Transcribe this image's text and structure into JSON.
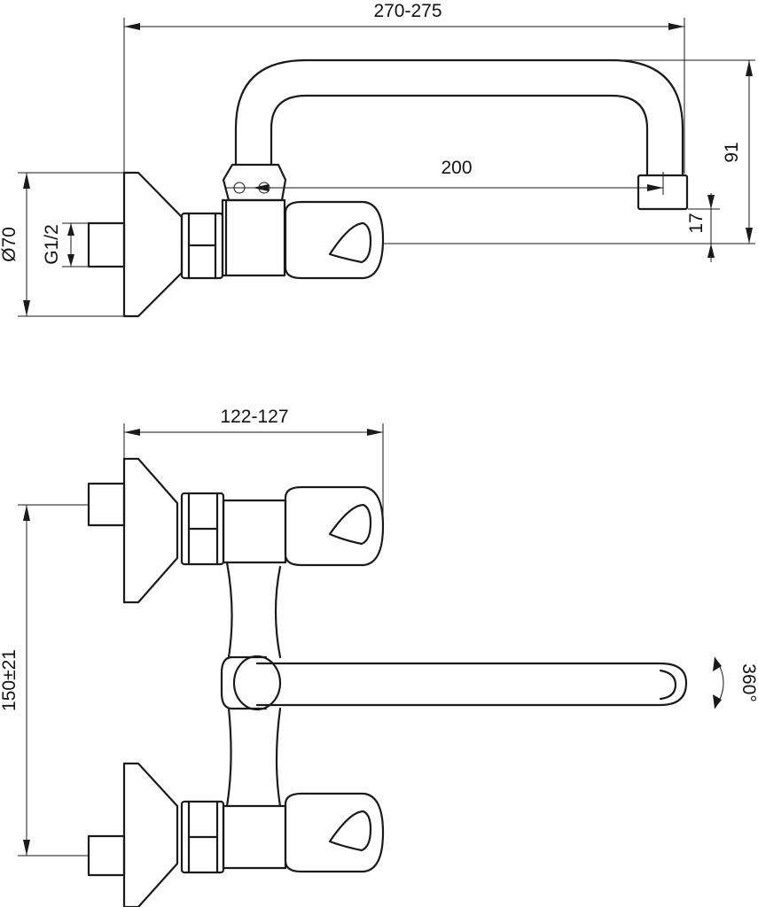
{
  "dimensions": {
    "overall_length": "270-275",
    "spout_reach": "200",
    "spout_height": "91",
    "spout_offset": "17",
    "flange_diameter": "Ø70",
    "thread": "G1/2",
    "body_length": "122-127",
    "centres": "150±21",
    "swivel": "360°"
  }
}
